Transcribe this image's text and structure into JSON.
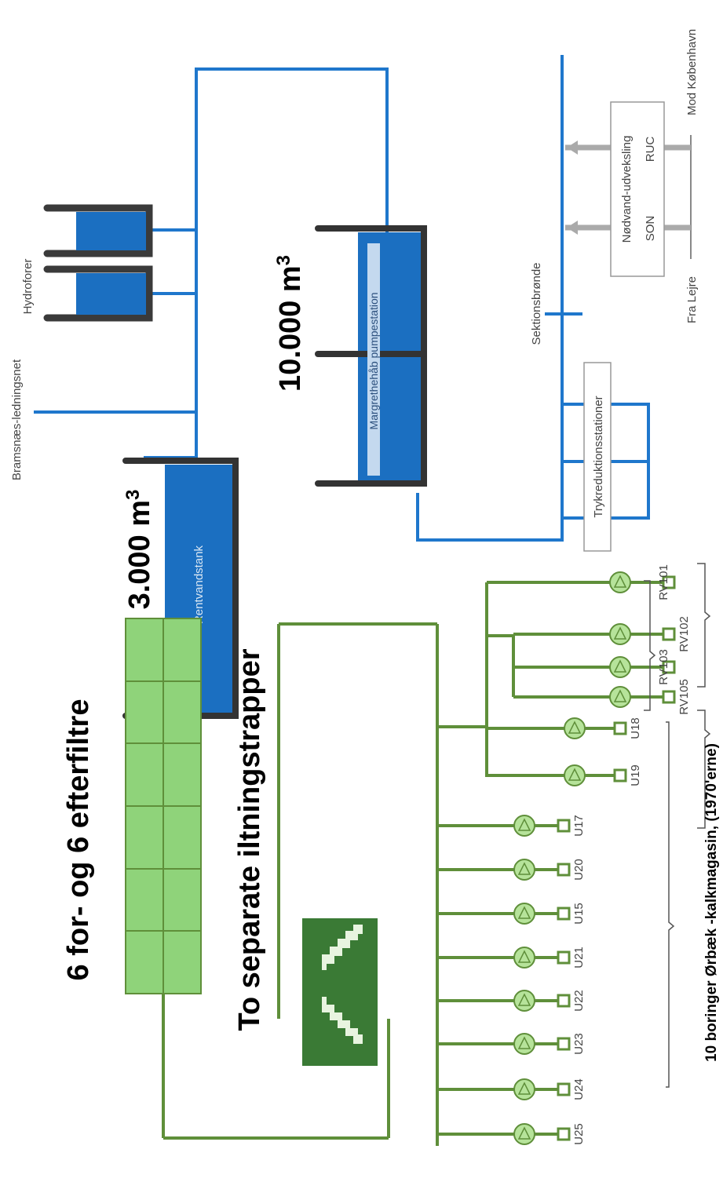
{
  "labels": {
    "filters_heading": "6 for- og 6 efterfiltre",
    "aeration_heading": "To separate iltningstrapper",
    "tank1_volume_main": "3.000 m",
    "tank1_volume_exp": "3",
    "tank2_volume_main": "10.000 m",
    "tank2_volume_exp": "3",
    "tank1_name": "Rentvandstank",
    "tank2_name": "Margrethehåb pumpestation",
    "bramsnaes": "Bramsnæs-ledningsnet",
    "hydroforer": "Hydroforer",
    "trykreduktion": "Trykreduktionsstationer",
    "sektion": "Sektionsbrønde",
    "fra_lejre": "Fra Lejre",
    "mod_kbh": "Mod København",
    "noedvand_line1": "Nødvand-udveksling",
    "noedvand_son": "SON",
    "noedvand_ruc": "RUC",
    "wells_caption": "10 boringer Ørbæk -kalkmagasin, (1970'erne)"
  },
  "wells": [
    "U25",
    "U24",
    "U23",
    "U22",
    "U21",
    "U15",
    "U20",
    "U17",
    "U19",
    "U18"
  ],
  "rv_wells": [
    "RV105",
    "RV103",
    "RV102",
    "RV101"
  ],
  "colors": {
    "water_blue": "#1f77cc",
    "tank_blue": "#1b6fc1",
    "raw_green": "#5f8f3a",
    "filter_green": "#8fd37a",
    "aeration_green": "#3a7a35",
    "pump_green": "#b6e39a",
    "gray": "#aaaaaa"
  }
}
